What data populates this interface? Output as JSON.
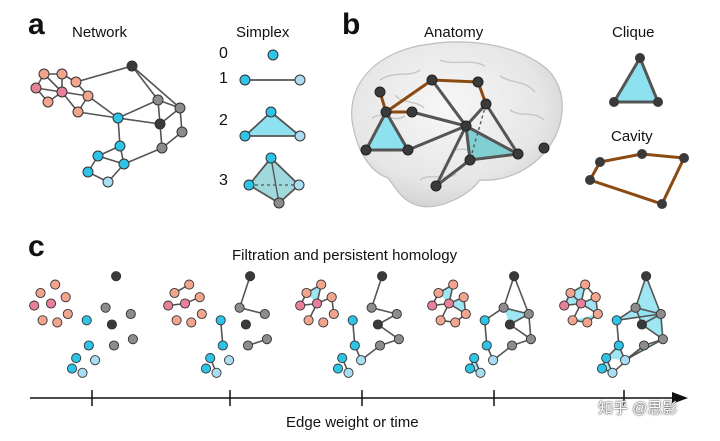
{
  "panel_a": {
    "letter": "a",
    "network_title": "Network",
    "simplex_title": "Simplex",
    "simplex_levels": [
      "0",
      "1",
      "2",
      "3"
    ]
  },
  "panel_b": {
    "letter": "b",
    "anatomy_title": "Anatomy",
    "clique_title": "Clique",
    "cavity_title": "Cavity"
  },
  "panel_c": {
    "letter": "c",
    "title": "Filtration and persistent homology",
    "axis_label": "Edge weight or time",
    "stage_count": 5
  },
  "watermark": "知乎 @思影",
  "colors": {
    "pink": "#e8809a",
    "salmon": "#f2a58e",
    "cyan": "#2ec4e8",
    "light_blue": "#a9ddf2",
    "dark_gray": "#3a3a3a",
    "gray": "#8c8c8c",
    "edge_gray": "#555555",
    "edge_brown": "#8b4a12",
    "fill_cyan": "#8ee2f0"
  }
}
